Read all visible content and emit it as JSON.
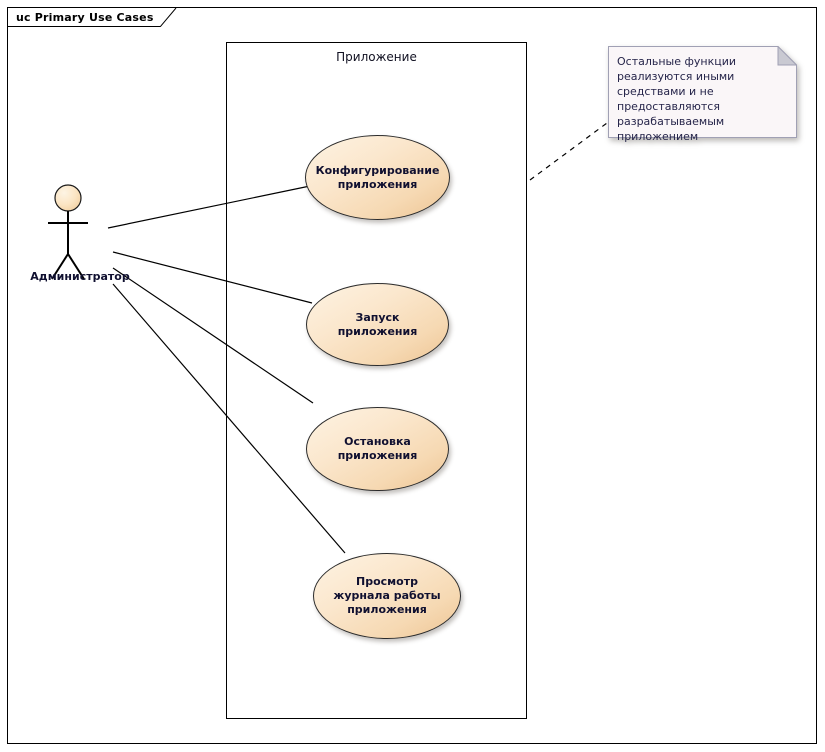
{
  "diagram": {
    "title_tab": "uc Primary Use Cases",
    "type": "uml-use-case-diagram",
    "boundary_label": "Приложение",
    "actor": {
      "name": "Администратор",
      "icon": "stick-figure-actor-icon"
    },
    "use_cases": [
      {
        "id": "uc1",
        "label": "Конфигурирование приложения"
      },
      {
        "id": "uc2",
        "label": "Запуск приложения"
      },
      {
        "id": "uc3",
        "label": "Остановка приложения"
      },
      {
        "id": "uc4",
        "label": "Просмотр журнала работы приложения"
      }
    ],
    "note": {
      "text": "Остальные функции реализуются иными средствами и не предоставляются разрабатываемым приложением"
    },
    "colors": {
      "usecase_fill_light": "#fdf3e3",
      "usecase_fill_dark": "#edc493",
      "usecase_border": "#2b2b2b",
      "note_fill": "#faf6f8",
      "note_border": "#a0a0b4",
      "line": "#000000",
      "text": "#101030"
    }
  }
}
